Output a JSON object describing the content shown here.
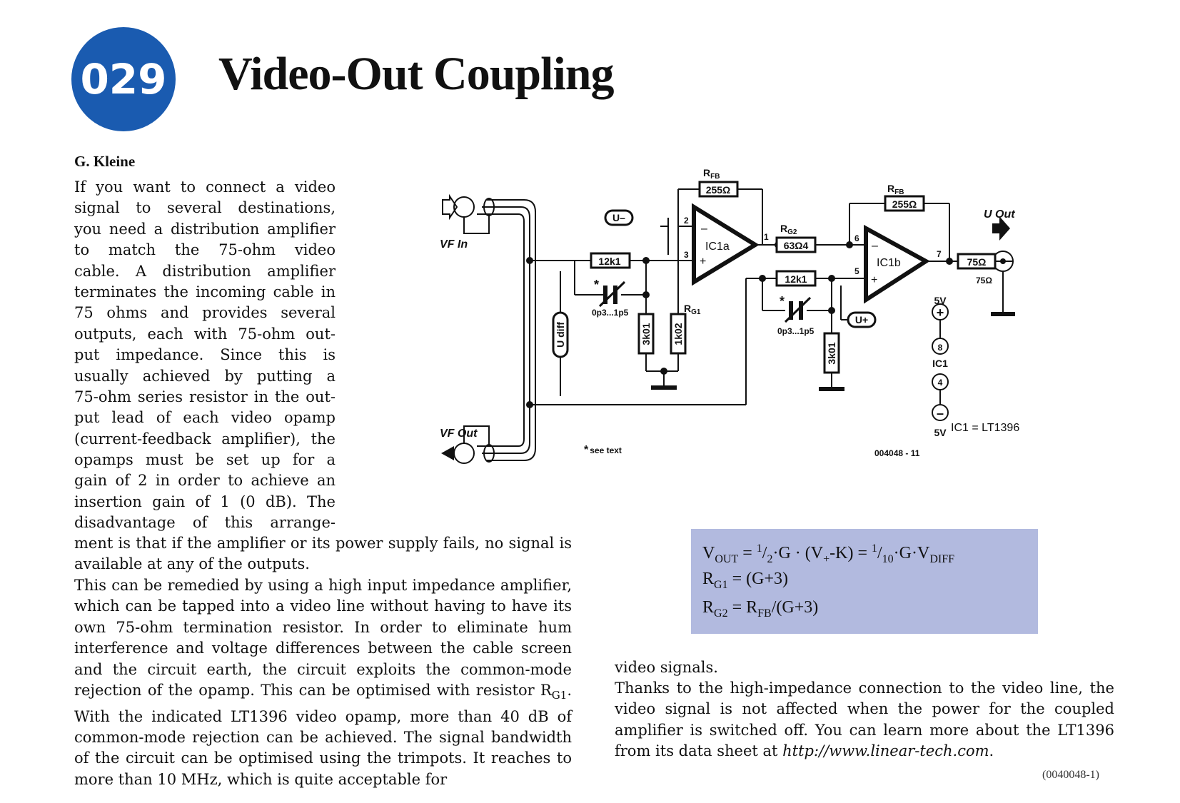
{
  "header": {
    "number": "029",
    "title": "Video-Out Coupling",
    "author": "G. Kleine"
  },
  "colors": {
    "badge": "#1a5bb0",
    "formula_box": "#b2badf"
  },
  "body": {
    "lines_narrow": [
      "If you want to connect a video",
      "signal to several destinations,",
      "you need a distribution amplifier",
      "to match the 75-ohm video",
      "cable. A distribution amplifier",
      "terminates the incoming cable in",
      "75 ohms and provides several",
      "outputs, each with 75-ohm out-",
      "put impedance. Since this is",
      "usually achieved by putting a",
      "75-ohm series resistor in the out-",
      "put lead of each video opamp",
      "(current-feedback amplifier), the",
      "opamps must be set up for a",
      "gain of 2 in order to achieve an",
      "insertion gain of 1 (0 dB). The",
      "disadvantage of this arrange-"
    ],
    "para1_end": "ment is that if the amplifier or its power supply fails, no signal is available at any of the outputs.",
    "para2_a": "This can be remedied by using a high input impedance amplifier, which can be tapped into a video line without having to have its own 75-ohm termination resistor. In order to eliminate hum interference and voltage differences between the cable screen and the circuit earth, the circuit exploits the common-mode rejection of the opamp. This can be optimised with resistor R",
    "para2_sub": "G1",
    "para2_b": ". With the indicated LT1396 video opamp, more than 40 dB of common-mode rejection can be achieved. The signal bandwidth of the circuit can be optimised using the trimpots. It reaches to more than 10 MHz, which is quite acceptable for",
    "right_1": "video signals.",
    "right_2": "Thanks to the high-impedance connection to the video line, the video signal is not affected when the power for the coupled amplifier is switched off. You can learn more about the LT1396 from its data sheet at ",
    "url": "http://www.linear-tech.com",
    "right_end": ".",
    "ref": "(0040048-1)"
  },
  "formulas": {
    "f1_a": "V",
    "f1_a_sub": "OUT",
    "f1_b": " = ",
    "f1_n1": "1",
    "f1_d1": "2",
    "f1_c": "·G · (V",
    "f1_c_sub": "+",
    "f1_d": "-K) = ",
    "f1_n2": "1",
    "f1_d2": "10",
    "f1_e": "·G·V",
    "f1_e_sub": "DIFF",
    "f2_a": "R",
    "f2_a_sub": "G1",
    "f2_b": " = (G+3)",
    "f3_a": "R",
    "f3_a_sub": "G2",
    "f3_b": " = R",
    "f3_b_sub": "FB",
    "f3_c": "/(G+3)"
  },
  "schematic": {
    "vf_in": "VF In",
    "vf_out": "VF Out",
    "u_out": "U Out",
    "u_diff": "U diff",
    "u_minus": "U–",
    "u_plus": "U+",
    "rfb_a": "R",
    "rfb_a_sub": "FB",
    "rfb_b": "R",
    "rfb_b_sub": "FB",
    "rg1": "R",
    "rg1_sub": "G1",
    "rg2": "R",
    "rg2_sub": "G2",
    "r_fb1": "255Ω",
    "r_fb2": "255Ω",
    "r_in1": "12k1",
    "r_in2": "12k1",
    "r_g2val": "63Ω4",
    "r_out": "75Ω",
    "r_load": "75Ω",
    "r_3k01a": "3k01",
    "r_1k02": "1k02",
    "r_3k01b": "3k01",
    "cap1": "0p3...1p5",
    "cap2": "0p3...1p5",
    "star1": "*",
    "star2": "*",
    "ic1a": "IC1a",
    "ic1b": "IC1b",
    "ic1": "IC1",
    "pin1": "1",
    "pin2": "2",
    "pin3": "3",
    "pin5": "5",
    "pin6": "6",
    "pin7": "7",
    "pin8": "8",
    "pin4": "4",
    "opminus": "–",
    "opplus": "+",
    "opminus2": "–",
    "opplus2": "+",
    "v_pos": "5V",
    "v_neg": "5V",
    "supply_plus": "+",
    "supply_minus": "–",
    "ic_note": "IC1 = LT1396",
    "see_text": "see text",
    "see_star": "*",
    "fig_id": "004048 - 11"
  }
}
